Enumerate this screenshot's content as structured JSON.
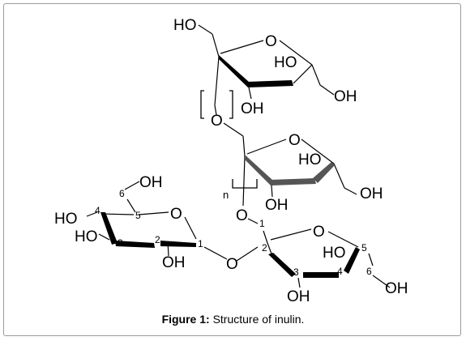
{
  "caption": {
    "label": "Figure 1:",
    "text": "Structure of inulin."
  },
  "atoms": {
    "top_ho": "HO",
    "top_ring_o": "O",
    "top_ho_ring": "HO",
    "top_oh_bottom": "OH",
    "top_oh_right": "OH",
    "link_o": "O",
    "mid_ring_o": "O",
    "mid_ho_ring": "HO",
    "mid_oh_bottom": "OH",
    "mid_oh_right": "OH",
    "repeat_n": "n",
    "mid_link_o": "O",
    "glc_oh_6": "OH",
    "glc_ho_4": "HO",
    "glc_ho_3": "HO",
    "glc_ring_o": "O",
    "glc_oh_2": "OH",
    "glycosidic_o": "O",
    "fru_ring_o": "O",
    "fru_ho_ring": "HO",
    "fru_oh_3": "OH",
    "fru_oh_6": "OH"
  },
  "numbers": {
    "glc_6": "6",
    "glc_5": "5",
    "glc_4": "4",
    "glc_3": "3",
    "glc_2": "2",
    "glc_1": "1",
    "fru_1": "1",
    "fru_2": "2",
    "fru_3": "3",
    "fru_4": "4",
    "fru_5": "5",
    "fru_6": "6"
  }
}
